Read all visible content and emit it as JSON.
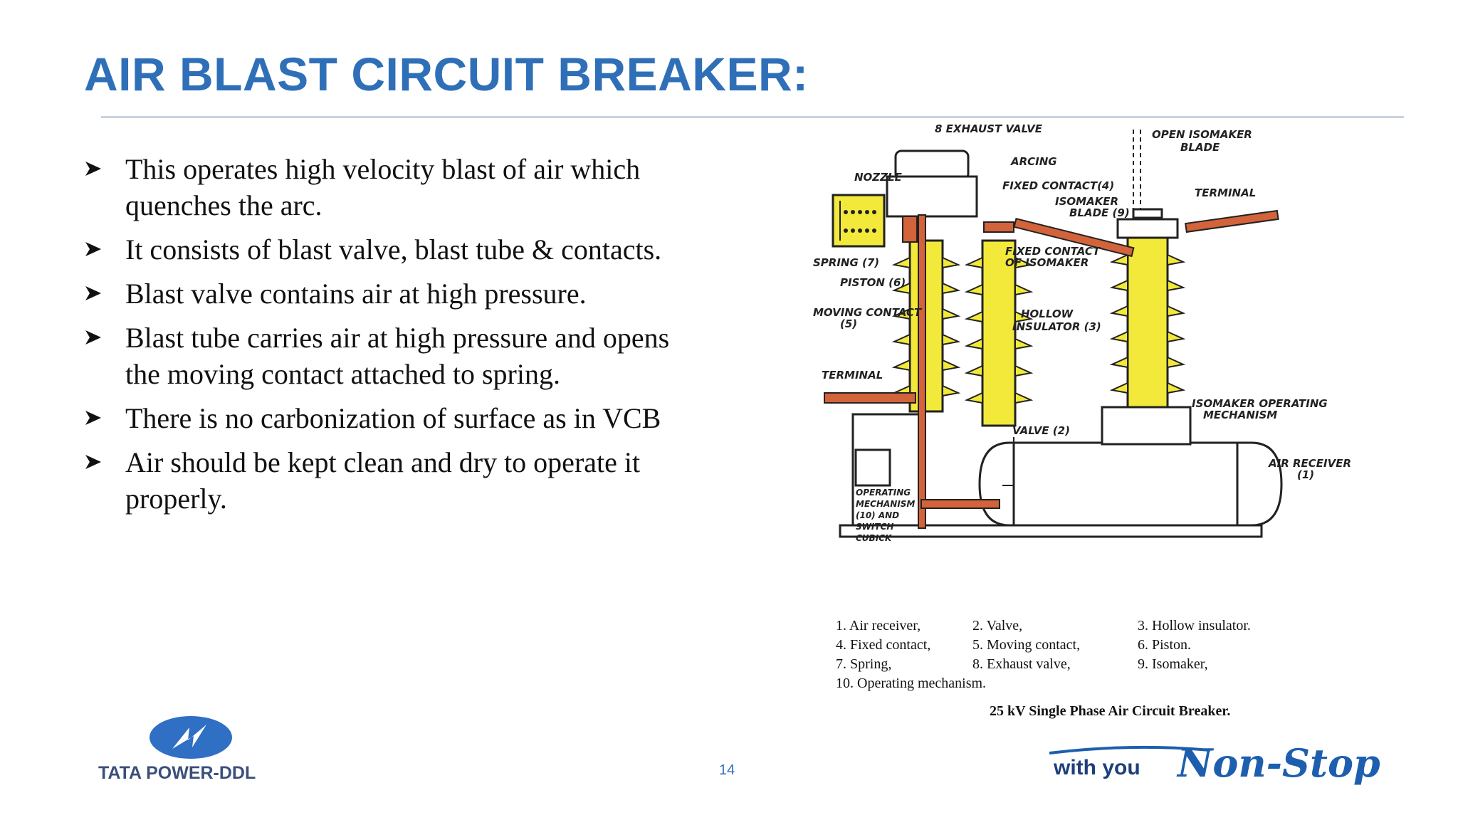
{
  "slide": {
    "title": "AIR BLAST CIRCUIT BREAKER:",
    "bullets": [
      "This operates high velocity blast of air which quenches the arc.",
      "It consists of blast valve, blast tube & contacts.",
      "Blast valve contains air at high pressure.",
      "Blast tube carries air at high pressure and opens the moving contact attached to spring.",
      "There is no carbonization of surface as in VCB",
      "Air should be kept clean and dry to operate it properly."
    ],
    "page_number": "14"
  },
  "diagram": {
    "labels": {
      "exhaust_valve": "8 EXHAUST VALVE",
      "open_isomaker_blade_1": "OPEN ISOMAKER",
      "open_isomaker_blade_2": "BLADE",
      "arcing": "ARCING",
      "nozzle": "NOZZLE",
      "fixed_contact": "FIXED CONTACT(4)",
      "isomaker_blade_1": "ISOMAKER",
      "isomaker_blade_2": "BLADE (9)",
      "terminal_right": "TERMINAL",
      "spring": "SPRING (7)",
      "fixed_contact_iso_1": "FIXED CONTACT",
      "fixed_contact_iso_2": "OF ISOMAKER",
      "piston": "PISTON (6)",
      "moving_contact_1": "MOVING CONTACT",
      "moving_contact_2": "(5)",
      "hollow_insulator_1": "HOLLOW",
      "hollow_insulator_2": "INSULATOR (3)",
      "terminal_left": "TERMINAL",
      "isomaker_mech_1": "ISOMAKER OPERATING",
      "isomaker_mech_2": "MECHANISM",
      "valve": "VALVE (2)",
      "air_receiver_1": "AIR RECEIVER",
      "air_receiver_2": "(1)",
      "op_mech_1": "OPERATING",
      "op_mech_2": "MECHANISM",
      "op_mech_3": "(10) AND",
      "op_mech_4": "SWITCH",
      "op_mech_5": "CUBICK"
    },
    "legend": [
      [
        "1. Air receiver,",
        "2. Valve,",
        "3. Hollow insulator."
      ],
      [
        "4. Fixed contact,",
        "5. Moving contact,",
        "6. Piston."
      ],
      [
        "7. Spring,",
        "8. Exhaust valve,",
        "9. Isomaker,"
      ],
      [
        "10. Operating mechanism.",
        "",
        ""
      ]
    ],
    "caption": "25 kV Single Phase Air Circuit Breaker."
  },
  "footer": {
    "logo_text": "TATA POWER-DDL",
    "tagline_prefix": "with you",
    "tagline_script": "Non-Stop"
  },
  "colors": {
    "title": "#2f6fb8",
    "insulator": "#f2e93a",
    "copper": "#d2633a"
  }
}
